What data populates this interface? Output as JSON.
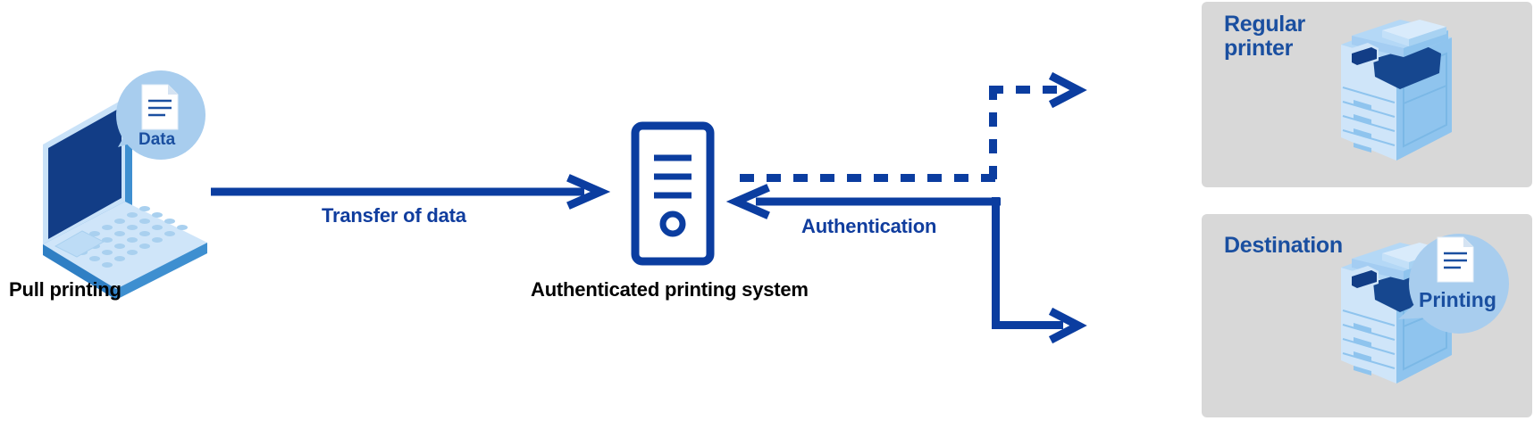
{
  "diagram": {
    "title_hidden": "",
    "accent_blue": "#0b3da0",
    "label_blue": "#1a4fa0",
    "panel_gray": "#d8d8d8",
    "device_light": "#c8e0f7",
    "device_mid": "#8fc4ee",
    "device_dark": "#0f3f8f",
    "background": "#ffffff"
  },
  "source": {
    "label": "Pull printing",
    "bubble_text": "Data",
    "icon": "laptop-icon",
    "bubble_icon": "document-icon"
  },
  "server": {
    "label": "Authenticated printing system",
    "icon": "server-tower-icon"
  },
  "flows": [
    {
      "name": "transfer-of-data",
      "label": "Transfer of data",
      "style": "solid",
      "direction": "right"
    },
    {
      "name": "authentication",
      "label": "Authentication",
      "style": "solid",
      "direction": "left"
    },
    {
      "name": "regular-printer-request",
      "label": "",
      "style": "dashed",
      "direction": "right"
    },
    {
      "name": "destination-print-job",
      "label": "",
      "style": "solid",
      "direction": "right"
    }
  ],
  "panels": [
    {
      "name": "regular-printer",
      "title": "Regular\nprinter",
      "icon": "multifunction-printer-icon",
      "bubble": null
    },
    {
      "name": "destination",
      "title": "Destination",
      "icon": "multifunction-printer-icon",
      "bubble": {
        "text": "Printing",
        "icon": "document-icon"
      }
    }
  ]
}
